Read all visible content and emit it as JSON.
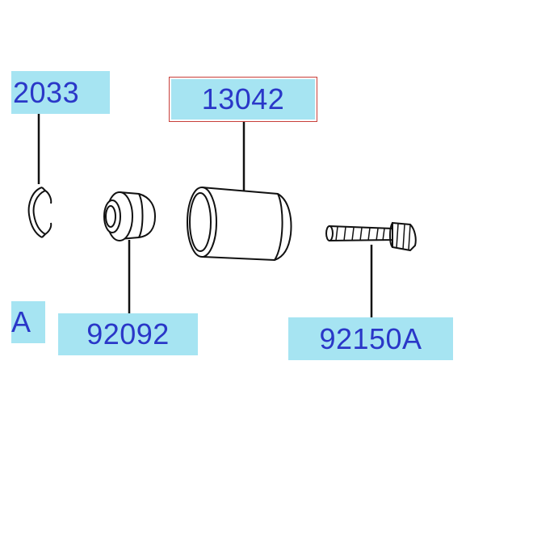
{
  "colors": {
    "label_fill": "#a6e4f2",
    "label_text": "#2a37c8",
    "selected_border": "#c8403a",
    "line": "#111111"
  },
  "labels": {
    "part_12033": "2033",
    "part_13042": "13042",
    "part_92092": "92092",
    "part_92150A": "92150A",
    "left_partial": "A"
  },
  "selected_part": "13042"
}
